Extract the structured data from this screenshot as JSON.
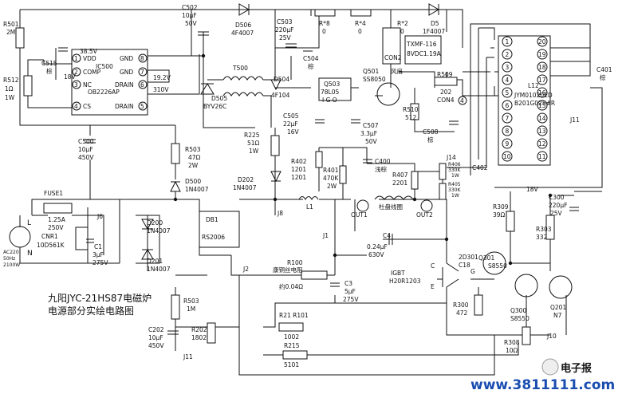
{
  "caption": {
    "line1": "九阳JYC-21HS87电磁炉",
    "line2": "电源部分实绘电路图"
  },
  "watermark": {
    "brand": "电子报",
    "url": "www.3811111.com"
  },
  "ic500": {
    "ref": "IC500",
    "part": "OB2226AP",
    "v1": "38.5V",
    "v2": "18V",
    "v3": "19.2V",
    "v4": "310V",
    "pins": [
      "VDD",
      "COMP",
      "NC",
      "CS",
      "GND",
      "GND",
      "DRAIN",
      "DRAIN"
    ],
    "nums": [
      "1",
      "2",
      "3",
      "4",
      "8",
      "7",
      "6",
      "5"
    ]
  },
  "l12": {
    "ref": "L12",
    "part1": "JYM01020ED",
    "part2": "B201G025#R",
    "left": [
      "1",
      "2",
      "3",
      "4",
      "5",
      "6",
      "7",
      "8",
      "9",
      "10"
    ],
    "right": [
      "20",
      "19",
      "18",
      "17",
      "16",
      "15",
      "14",
      "13",
      "12",
      "11"
    ]
  },
  "labels": {
    "R501": "R501",
    "R501v": "2M",
    "R512": "R512",
    "R512v": "1Ω",
    "R512w": "1W",
    "C515": "C515",
    "C515c": "棕",
    "C502": "C502",
    "C502v": "10μF",
    "C502u": "50V",
    "D506": "D506",
    "D506p": "4F4007",
    "C503": "C503",
    "C503v": "220μF",
    "C503u": "25V",
    "C504": "C504",
    "C504c": "棕",
    "R8": "R*8",
    "R8v": "0",
    "R4": "R*4",
    "R4v": "0",
    "R2": "R*2",
    "R2v": "0",
    "D5": "D5",
    "D5p": "1F4007",
    "fan1": "TXMF-116",
    "fan2": "8VDC1.19A",
    "CON2": "CON2",
    "fan": "风扇",
    "Q501": "Q501",
    "Q501p": "SS8050",
    "R509": "R509",
    "R509v": "202",
    "R510": "R510",
    "R510v": "512",
    "CON4": "CON4",
    "CON4n": "4",
    "C508": "C508",
    "C508c": "棕",
    "C401": "C401",
    "C401c": "棕",
    "J11a": "J11",
    "D505": "D505",
    "D505p": "BYV26C",
    "T500": "T500",
    "D504": "D504",
    "D504p": "4F104",
    "Q503": "Q503",
    "Q503p": "78L05",
    "Q503pins": "I G O",
    "C505": "C505",
    "C505v": "22μF",
    "C505u": "16V",
    "C507": "C507",
    "C507v": "3.3μF",
    "C507u": "50V",
    "R225": "R225",
    "R225v": "51Ω",
    "R225w": "1W",
    "C500": "C500",
    "C500v": "10μF",
    "C500u": "450V",
    "R503a": "R503",
    "R503av": "47Ω",
    "R503aw": "2W",
    "D500": "D500",
    "D500p": "1N4007",
    "D202": "D202",
    "D202p": "1N4007",
    "R402": "R402",
    "R402v1": "1201",
    "R402v2": "1201",
    "R401": "R401",
    "R401v": "470K",
    "R401w": "2W",
    "C400": "C400",
    "C400c": "浅棕",
    "R407": "R407",
    "R407v": "2201",
    "J14": "J14",
    "R406": "R406",
    "R406v": "330K",
    "R406w": "1W",
    "R405": "R405",
    "R405v": "330K",
    "R405w": "1W",
    "C402": "C402",
    "FUSE1": "FUSE1",
    "FUSEv": "1.25A",
    "FUSEu": "250V",
    "J6": "J6",
    "CNR1": "CNR1",
    "CNR1p": "10D561K",
    "C1": "C1",
    "C1v": "3μF",
    "C1u": "275V",
    "AC1": "AC220",
    "AC2": "50Hz",
    "AC3": "2100W",
    "L": "L",
    "N": "N",
    "D200": "D200",
    "D200p": "1N4007",
    "D201": "D201",
    "D201p": "1N4007",
    "DB1": "DB1",
    "DB1p": "RS2006",
    "J8": "J8",
    "L1": "L1",
    "OUT1": "OUT1",
    "coil": "杜盘线圈",
    "OUT2": "OUT2",
    "J1": "J1",
    "C4": "C4",
    "C4v": "0.24μF",
    "C4u": "630V",
    "J2": "J2",
    "R100": "R100",
    "R100d": "康铜丝电阻",
    "R100v": "约0.04Ω",
    "C3": "C3",
    "C3v": "5μF",
    "C3u": "275V",
    "C": "C",
    "E": "E",
    "G": "G",
    "IGBT": "IGBT",
    "IGBTp": "H20R1203",
    "C18": "C18",
    "D301": "2D301",
    "R300": "R300",
    "R300v": "472",
    "R309": "R309",
    "R309v": "39Ω",
    "V18": "18V",
    "C300": "C300",
    "C300v": "220μF",
    "C300u": "25V",
    "R303": "R303",
    "R303v": "332",
    "Q301": "Q301",
    "Q301p": "S8550",
    "Q300": "Q300",
    "Q300p": "S8550",
    "Q201": "Q201",
    "Q201p": "N7",
    "R308": "R308",
    "R308v": "10Ω",
    "J10": "J10",
    "R503b": "R503",
    "R503bv": "1M",
    "C202": "C202",
    "C202v": "10μF",
    "C202u": "450V",
    "R202": "R202",
    "R202v": "1802",
    "J11b": "J11",
    "R21": "R21 R101",
    "R21v": "1002",
    "R215": "R215",
    "R215v": "5101"
  }
}
